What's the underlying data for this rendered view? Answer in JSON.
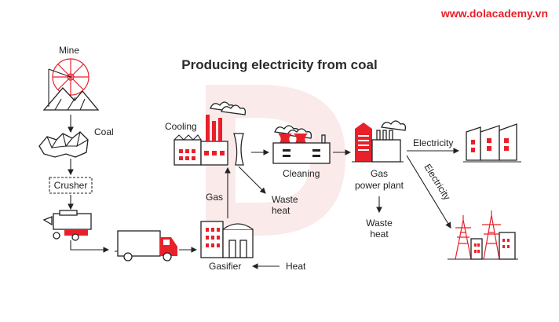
{
  "brand": {
    "url_text": "www.dolacademy.vn"
  },
  "title": "Producing electricity from coal",
  "labels": {
    "mine": "Mine",
    "coal": "Coal",
    "crusher": "Crusher",
    "cooling": "Cooling",
    "gas": "Gas",
    "waste_heat_1_line1": "Waste",
    "waste_heat_1_line2": "heat",
    "cleaning": "Cleaning",
    "gas_power_plant_line1": "Gas",
    "gas_power_plant_line2": "power plant",
    "waste_heat_2_line1": "Waste",
    "waste_heat_2_line2": "heat",
    "electricity_horizontal": "Electricity",
    "electricity_diagonal": "Electricity",
    "gasifier": "Gasifier",
    "heat": "Heat"
  },
  "colors": {
    "accent": "#e8202a",
    "ink": "#222222",
    "watermark": "#fbe9e9"
  }
}
